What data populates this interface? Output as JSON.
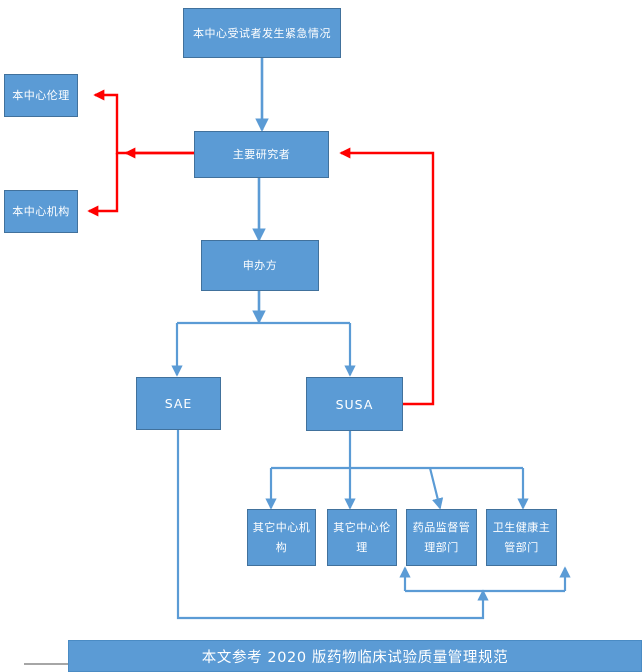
{
  "diagram": {
    "title_banner": "本文参考 2020 版药物临床试验质量管理规范",
    "nodes": {
      "emergency": "本中心受试者发生紧急情况",
      "center_ethics": "本中心伦理",
      "center_institution": "本中心机构",
      "principal_investigator": "主要研究者",
      "sponsor": "申办方",
      "sae": "SAE",
      "susa": "SUSA",
      "other_center_institution": "其它中心机构",
      "other_center_ethics": "其它中心伦理",
      "drug_admin_dept": "药品监督管理部门",
      "health_admin_dept": "卫生健康主管部门"
    },
    "colors": {
      "node_fill": "#5B9BD5",
      "node_border": "#41719C",
      "node_text": "#FFFFFF",
      "blue_connector": "#5B9BD5",
      "red_connector": "#FF0000",
      "banner_fill": "#5B9BD5",
      "stub_line": "#A6A6A6",
      "background": "#FFFFFF"
    }
  }
}
